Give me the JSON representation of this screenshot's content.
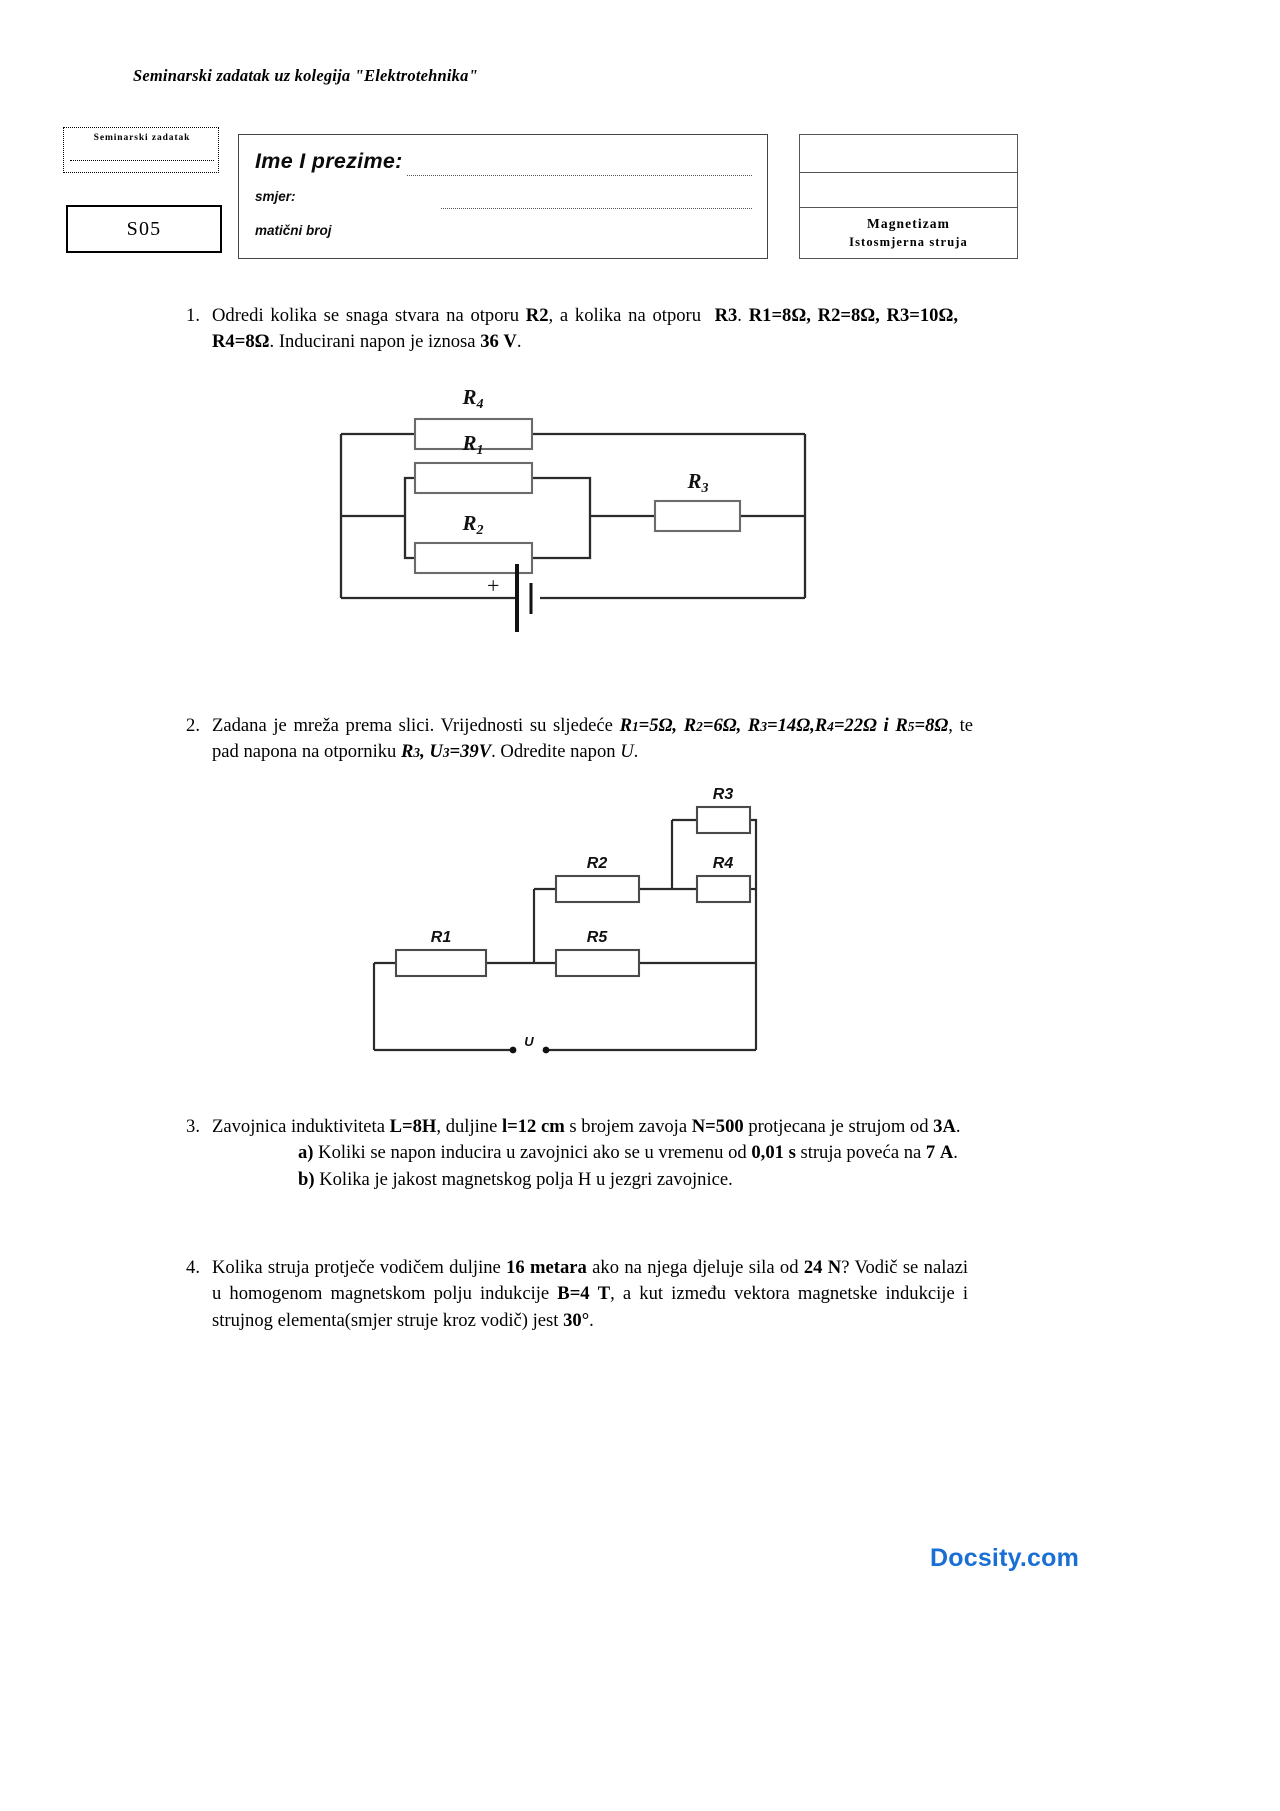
{
  "document": {
    "title": "Seminarski zadatak uz kolegija \"Elektrotehnika\""
  },
  "header": {
    "stamp_label": "Seminarski zadatak",
    "code": "S05",
    "fields": {
      "name_label": "Ime I prezime:",
      "program_label": "smjer:",
      "id_label": "matični broj"
    },
    "topic": {
      "row1": "",
      "row2": "",
      "line1": "Magnetizam",
      "line2": "Istosmjerna struja"
    }
  },
  "problems": [
    {
      "number": "1.",
      "text_parts": [
        {
          "t": "Odredi kolika se snaga stvara na otporu ",
          "s": "normal"
        },
        {
          "t": "R2",
          "s": "bold"
        },
        {
          "t": ", a kolika na otporu  ",
          "s": "normal"
        },
        {
          "t": "R3",
          "s": "bold"
        },
        {
          "t": ". ",
          "s": "normal"
        },
        {
          "t": "R1=8Ω, R2=8Ω, R3=10Ω, R4=8Ω",
          "s": "bold"
        },
        {
          "t": ". Inducirani napon je iznosa ",
          "s": "normal"
        },
        {
          "t": "36 V",
          "s": "bold"
        },
        {
          "t": ".",
          "s": "normal"
        }
      ]
    },
    {
      "number": "2.",
      "text_parts": [
        {
          "t": "Zadana je mreža prema slici",
          "s": "normal"
        },
        {
          "t": ". Vrijednosti su sljedeće ",
          "s": "normal"
        },
        {
          "t": "R₁=5Ω, R₂=6Ω, R₃=14Ω,R₄=22Ω i R₅=8Ω",
          "s": "bolditalic"
        },
        {
          "t": ", te pad napona na otporniku ",
          "s": "normal"
        },
        {
          "t": "R₃, U₃=39V",
          "s": "bolditalic"
        },
        {
          "t": ". Odredite napon ",
          "s": "normal"
        },
        {
          "t": "U",
          "s": "italic"
        },
        {
          "t": ".",
          "s": "normal"
        }
      ]
    },
    {
      "number": "3.",
      "text_parts": [
        {
          "t": "Zavojnica induktiviteta ",
          "s": "normal"
        },
        {
          "t": "L=8H",
          "s": "bold"
        },
        {
          "t": ", duljine ",
          "s": "normal"
        },
        {
          "t": "l=12 cm",
          "s": "bold"
        },
        {
          "t": " s brojem zavoja ",
          "s": "normal"
        },
        {
          "t": "N=500",
          "s": "bold"
        },
        {
          "t": " protjecana je strujom od ",
          "s": "normal"
        },
        {
          "t": "3A",
          "s": "bold"
        },
        {
          "t": ".",
          "s": "normal"
        }
      ],
      "sub_items": [
        {
          "marker": "a)",
          "text": " Koliki se napon inducira u zavojnici ako se u vremenu od 0,01 s struja poveća na 7 A."
        },
        {
          "marker": "b)",
          "text": " Kolika je jakost magnetskog polja H u jezgri zavojnice."
        }
      ]
    },
    {
      "number": "4.",
      "text_parts": [
        {
          "t": "Kolika struja protječe vodičem duljine ",
          "s": "normal"
        },
        {
          "t": "16 metara",
          "s": "bold"
        },
        {
          "t": " ako na njega djeluje sila od ",
          "s": "normal"
        },
        {
          "t": "24 N",
          "s": "bold"
        },
        {
          "t": "? Vodič se nalazi u homogenom magnetskom polju indukcije ",
          "s": "normal"
        },
        {
          "t": "B=4 T",
          "s": "bold"
        },
        {
          "t": ", a kut između vektora magnetske indukcije i strujnog elementa(smjer struje kroz vodič) jest ",
          "s": "normal"
        },
        {
          "t": "30°",
          "s": "bold"
        },
        {
          "t": ".",
          "s": "normal"
        }
      ]
    }
  ],
  "figures": {
    "circuit1": {
      "labels": {
        "r4": "R4",
        "r1": "R1",
        "r2": "R2",
        "r3": "R3",
        "source_polarity": "+"
      }
    },
    "circuit2": {
      "labels": {
        "r1": "R1",
        "r2": "R2",
        "r3": "R3",
        "r4": "R4",
        "r5": "R5",
        "terminal": "U"
      }
    }
  },
  "footer": {
    "brand": "Docsity.com",
    "brand_color": "#1a6fd4"
  }
}
